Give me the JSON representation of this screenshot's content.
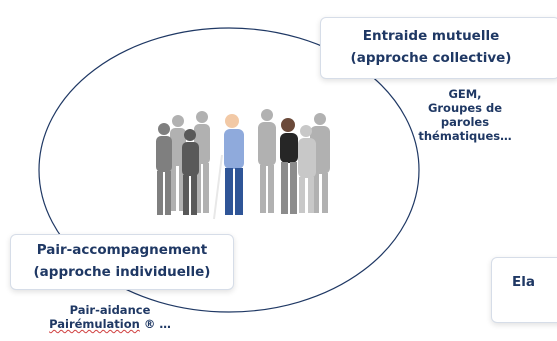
{
  "collective": {
    "title": "Entraide mutuelle",
    "subtitle": "(approche collective)",
    "examples": [
      "GEM,",
      "Groupes de",
      "paroles",
      "thématiques…"
    ]
  },
  "individual": {
    "title": "Pair-accompagnement",
    "subtitle": "(approche individuelle)",
    "example_1": "Pair-aidance",
    "example_2_word": "Pairémulation",
    "example_2_suffix": " ® …"
  },
  "right_box": {
    "label": "Ela"
  },
  "colors": {
    "text": "#1f3864",
    "ellipse": "#1f3864",
    "highlight_person": "#8faadc"
  },
  "illustration": {
    "icon": "group-of-people-icon",
    "highlighted": "blind-person-with-cane"
  }
}
